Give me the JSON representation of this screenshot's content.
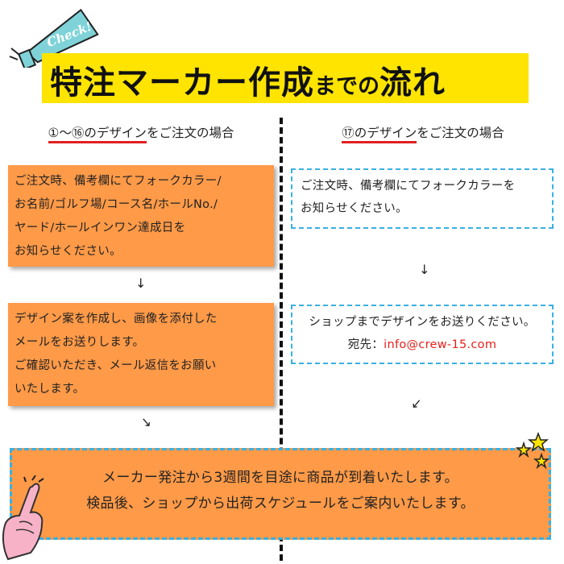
{
  "header": {
    "badge_text": "Check!",
    "title_main": "特注マーカー作成",
    "title_mid": "までの",
    "title_end": "流れ"
  },
  "left": {
    "heading_underlined": "①〜⑯のデザイン",
    "heading_rest": "をご注文の場合",
    "step1": [
      "ご注文時、備考欄にてフォークカラー/",
      "お名前/ゴルフ場/コース名/ホールNo./",
      "ヤード/ホールインワン達成日を",
      "お知らせください。"
    ],
    "arrow1": "↓",
    "step2": [
      "デザイン案を作成し、画像を添付した",
      "メールをお送りします。",
      "ご確認いただき、メール返信をお願い",
      "いたします。"
    ],
    "arrow2": "↓"
  },
  "right": {
    "heading_underlined": "⑰のデザイン",
    "heading_rest": "をご注文の場合",
    "step1": [
      "ご注文時、備考欄にてフォークカラーを",
      "お知らせください。"
    ],
    "arrow1": "↓",
    "step2_line1": "ショップまでデザインをお送りください。",
    "step2_label": "宛先：",
    "step2_email": "info@crew-15.com",
    "arrow2": "↓"
  },
  "bottom": {
    "line1": "メーカー発注から3週間を目途に商品が到着いたします。",
    "line2": "検品後、ショップから出荷スケジュールをご案内いたします。"
  },
  "colors": {
    "title_band": "#ffe400",
    "orange": "#ff9a48",
    "dashed_blue": "#3ab0e2",
    "underline_red": "#e02020",
    "email_red": "#e8201c"
  },
  "icons": [
    "megaphone-check-icon",
    "stars-icon",
    "pointing-hand-icon"
  ]
}
